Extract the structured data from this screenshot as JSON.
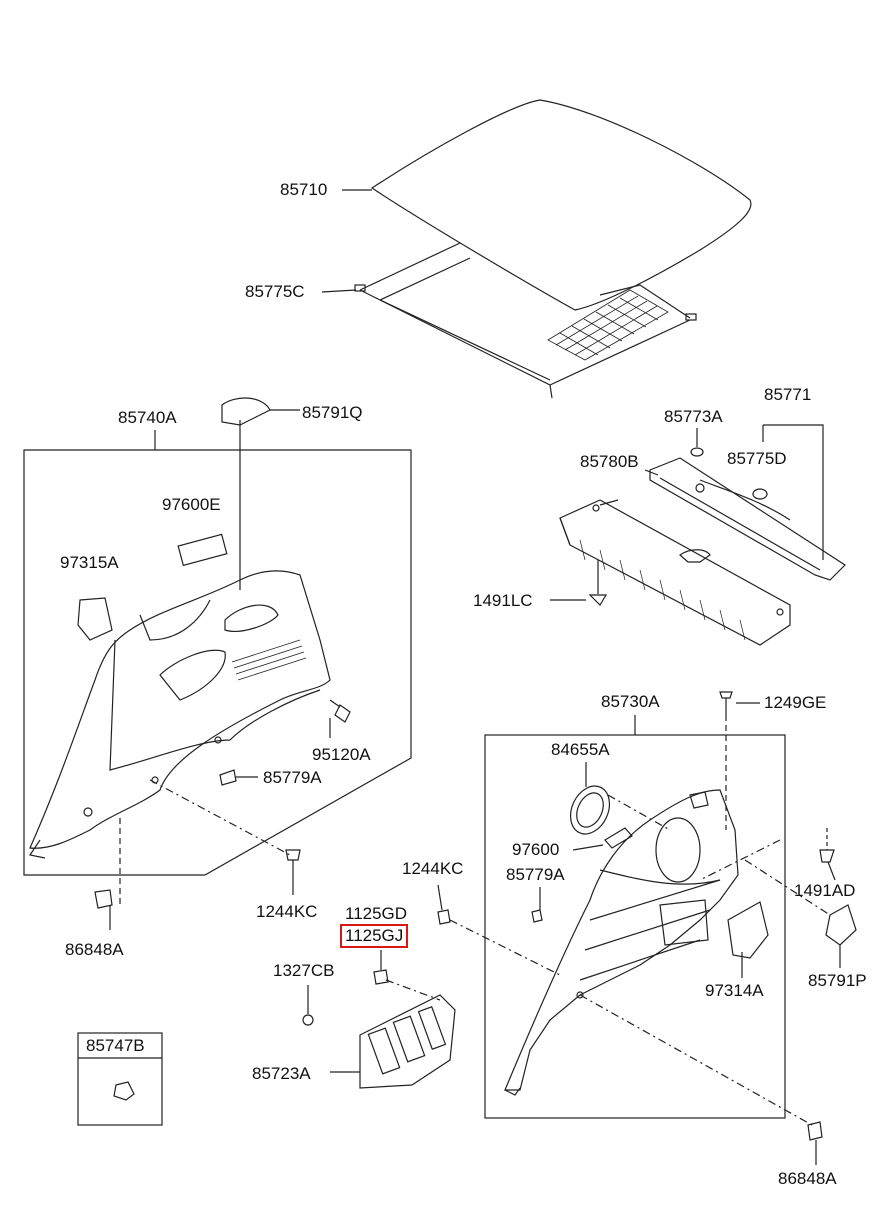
{
  "diagram": {
    "highlight_color": "#d81818",
    "line_color": "#222222",
    "labels": {
      "p85710": "85710",
      "p85775C": "85775C",
      "p85740A": "85740A",
      "p85791Q": "85791Q",
      "p97600E": "97600E",
      "p97315A": "97315A",
      "p95120A": "95120A",
      "p85779A_left": "85779A",
      "p85773A": "85773A",
      "p85771": "85771",
      "p85775D": "85775D",
      "p85780B": "85780B",
      "p1491LC": "1491LC",
      "p85730A": "85730A",
      "p1249GE": "1249GE",
      "p84655A": "84655A",
      "p97600": "97600",
      "p85779A_right": "85779A",
      "p1244KC_left": "1244KC",
      "p1244KC_mid": "1244KC",
      "p1125GD": "1125GD",
      "p1125GJ": "1125GJ",
      "p1491AD": "1491AD",
      "p97314A": "97314A",
      "p85791P": "85791P",
      "p86848A_left": "86848A",
      "p1327CB": "1327CB",
      "p85723A": "85723A",
      "p85747B": "85747B",
      "p86848A_right": "86848A"
    }
  }
}
